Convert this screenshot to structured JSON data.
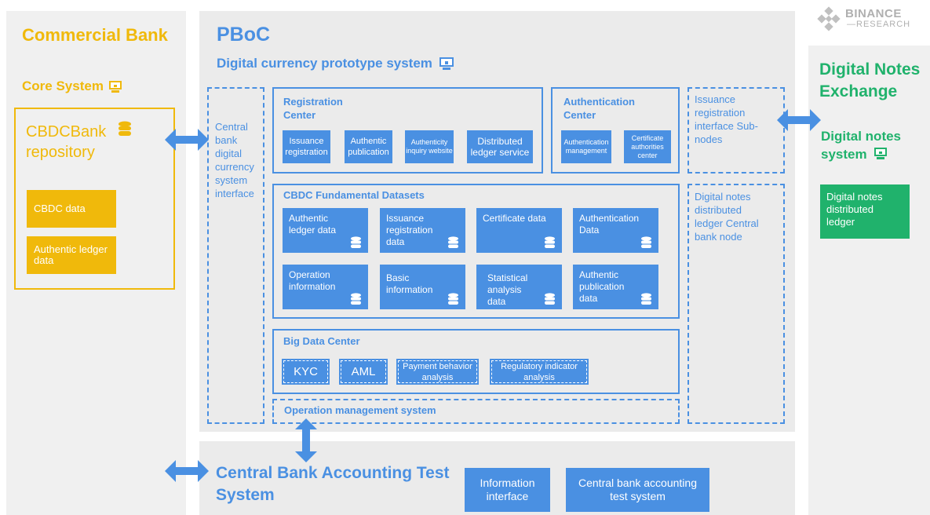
{
  "brand": {
    "name": "BINANCE",
    "sub": "RESEARCH"
  },
  "commercial_bank": {
    "title": "Commercial Bank",
    "core_system": "Core System",
    "repository": "CBDCBank repository",
    "items": [
      "CBDC data",
      "Authentic ledger data"
    ]
  },
  "pboc": {
    "title": "PBoC",
    "subtitle": "Digital currency prototype system",
    "interface_label": "Central bank digital currency system interface",
    "registration_center": {
      "title": "Registration Center",
      "items": [
        "Issuance registration",
        "Authentic publication",
        "Authenticity inquiry website",
        "Distributed ledger service"
      ]
    },
    "authentication_center": {
      "title": "Authentication Center",
      "items": [
        "Authentication management",
        "Certificate authorities center"
      ]
    },
    "fundamental_datasets": {
      "title": "CBDC Fundamental Datasets",
      "items": [
        "Authentic ledger data",
        "Issuance registration data",
        "Certificate data",
        "Authentication Data",
        "Operation information",
        "Basic information",
        "Statistical analysis data",
        "Authentic publication data"
      ]
    },
    "big_data_center": {
      "title": "Big Data Center",
      "items": [
        "KYC",
        "AML",
        "Payment behavior analysis",
        "Regulatory indicator analysis"
      ]
    },
    "operation_management": "Operation management system",
    "right_top": "Issuance registration interface Sub-nodes",
    "right_bottom": "Digital notes distributed ledger Central bank node"
  },
  "digital_notes_exchange": {
    "title": "Digital Notes Exchange",
    "system": "Digital notes system",
    "ledger": "Digital notes distributed ledger"
  },
  "accounting": {
    "title": "Central Bank Accounting Test System",
    "items": [
      "Information interface",
      "Central bank accounting test system"
    ]
  },
  "colors": {
    "yellow": "#f0b90b",
    "blue": "#4a90e2",
    "green": "#20b26c",
    "panel": "#ebebeb"
  }
}
